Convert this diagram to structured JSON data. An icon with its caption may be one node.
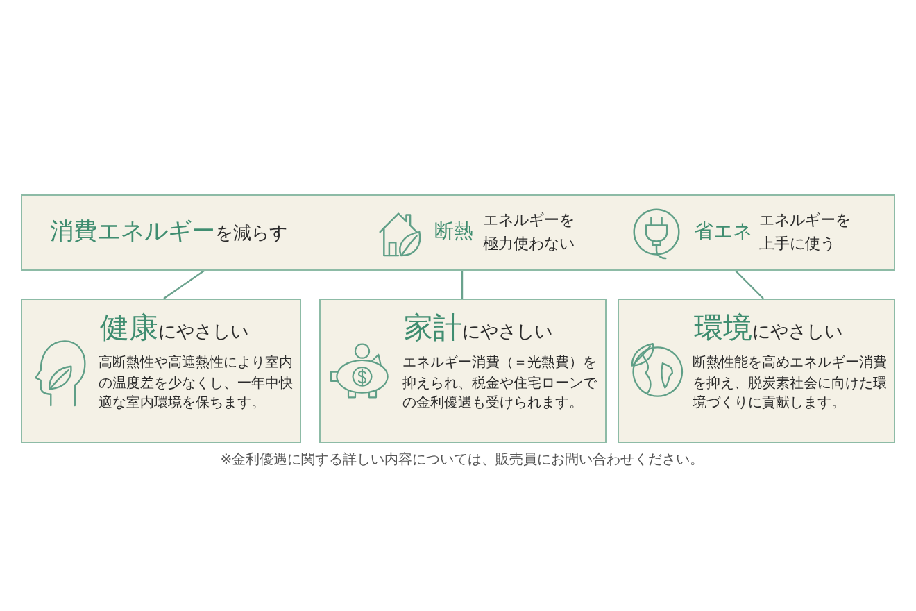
{
  "diagram": {
    "nodes": [
      {
        "text": [
          "**消費エネルギー**を減らす",
          "断熱",
          "エネルギーを極力使わない",
          "省エネ",
          "エネルギーを上手に使う"
        ]
      },
      {
        "text": [
          "**健康**にやさしい",
          "高断熱性や高遮熱性により室内の温度差を少なくし、一年中快適な室内環境を保ちます。"
        ]
      },
      {
        "text": [
          "**家計**にやさしい",
          "エネルギー消費（＝光熱費）を抑えられ、税金や住宅ローンでの金利優遇も受けられます。"
        ]
      },
      {
        "text": [
          "**環境**にやさしい",
          "断熱性能を高めエネルギー消費を抑え、脱炭素社会に向けた環境づくりに貢献します。"
        ]
      }
    ],
    "edges": [
      {
        "from": 0,
        "to": 1,
        "arrow": "none"
      },
      {
        "from": 0,
        "to": 2,
        "arrow": "none"
      },
      {
        "from": 0,
        "to": 3,
        "arrow": "none"
      }
    ],
    "labels": [
      "※金利優遇に関する詳しい内容については、販売員にお問い合わせください。"
    ]
  }
}
